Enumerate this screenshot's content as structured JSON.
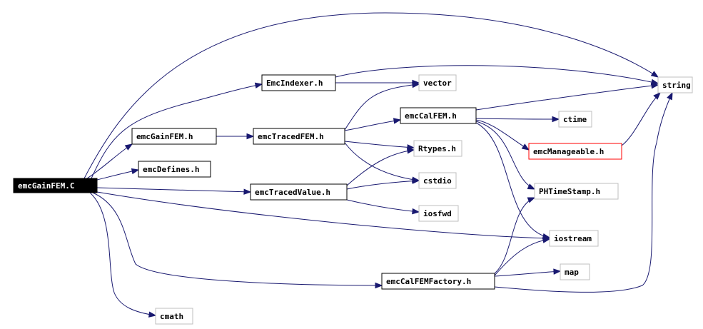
{
  "graph": {
    "nodes": {
      "emcGainFEM_C": {
        "label": "emcGainFEM.C",
        "style": "root"
      },
      "emcIndexer_h": {
        "label": "EmcIndexer.h",
        "style": "file"
      },
      "emcGainFEM_h": {
        "label": "emcGainFEM.h",
        "style": "file"
      },
      "emcDefines_h": {
        "label": "emcDefines.h",
        "style": "file"
      },
      "emcTracedFEM_h": {
        "label": "emcTracedFEM.h",
        "style": "file"
      },
      "emcTracedValue_h": {
        "label": "emcTracedValue.h",
        "style": "file"
      },
      "emcCalFEM_h": {
        "label": "emcCalFEM.h",
        "style": "file"
      },
      "emcCalFEMFactory_h": {
        "label": "emcCalFEMFactory.h",
        "style": "file"
      },
      "emcManageable_h": {
        "label": "emcManageable.h",
        "style": "red"
      },
      "vector": {
        "label": "vector",
        "style": "ext"
      },
      "Rtypes_h": {
        "label": "Rtypes.h",
        "style": "ext"
      },
      "cstdio": {
        "label": "cstdio",
        "style": "ext"
      },
      "iosfwd": {
        "label": "iosfwd",
        "style": "ext"
      },
      "ctime": {
        "label": "ctime",
        "style": "ext"
      },
      "PHTimeStamp_h": {
        "label": "PHTimeStamp.h",
        "style": "ext"
      },
      "iostream": {
        "label": "iostream",
        "style": "ext"
      },
      "map": {
        "label": "map",
        "style": "ext"
      },
      "string": {
        "label": "string",
        "style": "ext"
      },
      "cmath": {
        "label": "cmath",
        "style": "ext"
      }
    },
    "edges": [
      [
        "emcGainFEM_C",
        "string"
      ],
      [
        "emcGainFEM_C",
        "emcIndexer_h"
      ],
      [
        "emcGainFEM_C",
        "emcGainFEM_h"
      ],
      [
        "emcGainFEM_C",
        "emcDefines_h"
      ],
      [
        "emcGainFEM_C",
        "emcTracedValue_h"
      ],
      [
        "emcGainFEM_C",
        "iostream"
      ],
      [
        "emcGainFEM_C",
        "emcCalFEMFactory_h"
      ],
      [
        "emcGainFEM_C",
        "cmath"
      ],
      [
        "emcIndexer_h",
        "vector"
      ],
      [
        "emcIndexer_h",
        "string"
      ],
      [
        "emcGainFEM_h",
        "emcTracedFEM_h"
      ],
      [
        "emcTracedFEM_h",
        "vector"
      ],
      [
        "emcTracedFEM_h",
        "emcCalFEM_h"
      ],
      [
        "emcTracedFEM_h",
        "Rtypes_h"
      ],
      [
        "emcTracedFEM_h",
        "cstdio"
      ],
      [
        "emcTracedValue_h",
        "Rtypes_h"
      ],
      [
        "emcTracedValue_h",
        "cstdio"
      ],
      [
        "emcTracedValue_h",
        "iosfwd"
      ],
      [
        "emcCalFEM_h",
        "string"
      ],
      [
        "emcCalFEM_h",
        "ctime"
      ],
      [
        "emcCalFEM_h",
        "emcManageable_h"
      ],
      [
        "emcCalFEM_h",
        "PHTimeStamp_h"
      ],
      [
        "emcCalFEM_h",
        "iostream"
      ],
      [
        "emcManageable_h",
        "string"
      ],
      [
        "emcCalFEMFactory_h",
        "PHTimeStamp_h"
      ],
      [
        "emcCalFEMFactory_h",
        "iostream"
      ],
      [
        "emcCalFEMFactory_h",
        "map"
      ],
      [
        "emcCalFEMFactory_h",
        "string"
      ]
    ]
  }
}
